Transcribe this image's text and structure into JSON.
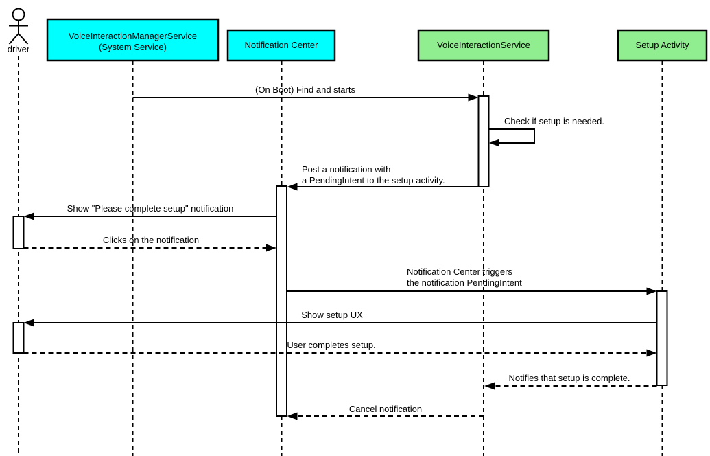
{
  "diagram": {
    "type": "uml-sequence-diagram",
    "colors": {
      "system_participant_fill": "#00ffff",
      "app_participant_fill": "#90ee90",
      "stroke": "#000000",
      "activation_fill": "#ffffff",
      "background": "#ffffff",
      "text": "#000000"
    },
    "participants": [
      {
        "id": "driver",
        "kind": "actor",
        "label": "driver"
      },
      {
        "id": "voice-interaction-manager-service",
        "kind": "participant",
        "fill": "#00ffff",
        "label_lines": [
          "VoiceInteractionManagerService",
          "(System Service)"
        ]
      },
      {
        "id": "notification-center",
        "kind": "participant",
        "fill": "#00ffff",
        "label": "Notification Center"
      },
      {
        "id": "voice-interaction-service",
        "kind": "participant",
        "fill": "#90ee90",
        "label": "VoiceInteractionService"
      },
      {
        "id": "setup-activity",
        "kind": "participant",
        "fill": "#90ee90",
        "label": "Setup Activity"
      }
    ],
    "messages": [
      {
        "from": "VoiceInteractionManagerService",
        "to": "VoiceInteractionService",
        "style": "solid",
        "lines": [
          "(On Boot) Find and starts"
        ]
      },
      {
        "from": "VoiceInteractionService",
        "to": "VoiceInteractionService",
        "style": "self-solid",
        "lines": [
          "Check if setup is needed."
        ]
      },
      {
        "from": "VoiceInteractionService",
        "to": "Notification Center",
        "style": "solid",
        "lines": [
          "Post a notification with",
          "a PendingIntent to the setup activity."
        ]
      },
      {
        "from": "Notification Center",
        "to": "driver",
        "style": "solid",
        "lines": [
          "Show \"Please complete setup\" notification"
        ]
      },
      {
        "from": "driver",
        "to": "Notification Center",
        "style": "dashed",
        "lines": [
          "Clicks on the notification"
        ]
      },
      {
        "from": "Notification Center",
        "to": "Setup Activity",
        "style": "solid",
        "lines": [
          "Notification Center triggers",
          "the notification PendingIntent"
        ]
      },
      {
        "from": "Setup Activity",
        "to": "driver",
        "style": "solid",
        "lines": [
          "Show setup UX"
        ]
      },
      {
        "from": "driver",
        "to": "Setup Activity",
        "style": "dashed",
        "lines": [
          "User completes setup."
        ]
      },
      {
        "from": "Setup Activity",
        "to": "VoiceInteractionService",
        "style": "dashed",
        "lines": [
          "Notifies that setup is complete."
        ]
      },
      {
        "from": "VoiceInteractionService",
        "to": "Notification Center",
        "style": "dashed",
        "lines": [
          "Cancel notification"
        ]
      }
    ]
  }
}
